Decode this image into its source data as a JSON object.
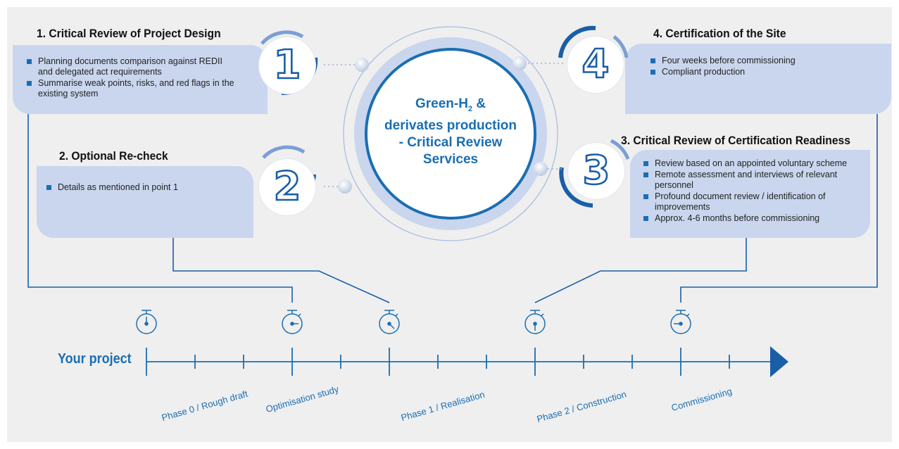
{
  "center": {
    "line1_prefix": "Green-H",
    "line1_sub": "2",
    "line1_suffix": " &",
    "line2": "derivates production",
    "line3": "- Critical Review",
    "line4": "Services"
  },
  "steps": [
    {
      "number": "1",
      "title": "1. Critical Review of Project Design",
      "bullets": [
        "Planning documents comparison against REDII and delegated act requirements",
        "Summarise weak points, risks, and red flags in the existing system"
      ]
    },
    {
      "number": "2",
      "title": "2. Optional Re-check",
      "bullets": [
        "Details as mentioned in point 1"
      ]
    },
    {
      "number": "3",
      "title": "3. Critical Review of Certification Readiness",
      "bullets": [
        "Review based on an appointed voluntary scheme",
        "Remote assessment and interviews of relevant personnel",
        "Profound document review / identification of improvements",
        "Approx. 4-6 months before commissioning"
      ]
    },
    {
      "number": "4",
      "title": "4. Certification of the Site",
      "bullets": [
        "Four weeks before commissioning",
        "Compliant production"
      ]
    }
  ],
  "timeline": {
    "label": "Your project",
    "phases": [
      "Phase 0 / Rough draft",
      "Optimisation study",
      "Phase 1 / Realisation",
      "Phase 2 / Construction",
      "Commissioning"
    ]
  },
  "colors": {
    "accent": "#1a6eb3",
    "dark_blue": "#1a5ea8",
    "box_fill": "#c9d6ee",
    "background": "#efefef"
  },
  "icons": [
    "stopwatch-icon"
  ]
}
